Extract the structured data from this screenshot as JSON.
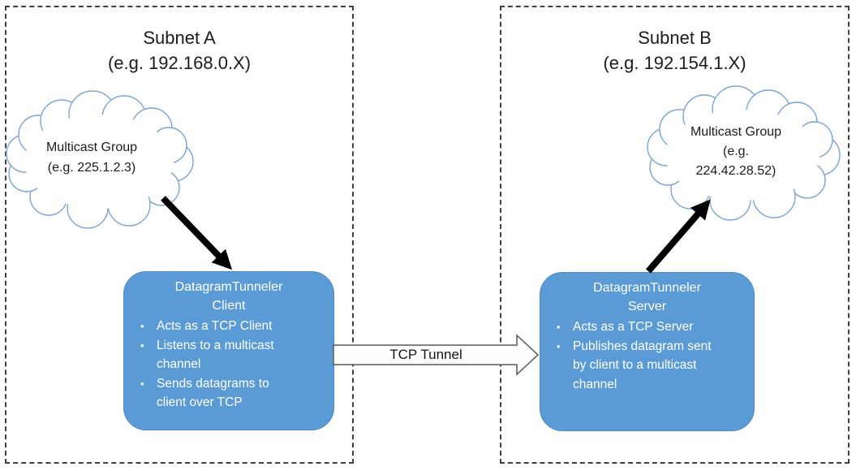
{
  "glyphs": {
    "bullet": "•"
  },
  "subnet_a": {
    "name_line1": "Subnet A",
    "name_line2": "(e.g. 192.168.0.X)",
    "cloud_label": "Multicast Group\n(e.g. 225.1.2.3)",
    "node_title_line1": "DatagramTunneler",
    "node_title_line2": "Client",
    "bullets": [
      "Acts as a TCP Client",
      "Listens to a multicast\nchannel",
      "Sends datagrams to\nclient over TCP"
    ]
  },
  "subnet_b": {
    "name_line1": "Subnet B",
    "name_line2": "(e.g. 192.154.1.X)",
    "cloud_label": "Multicast Group\n(e.g.\n224.42.28.52)",
    "node_title_line1": "DatagramTunneler",
    "node_title_line2": "Server",
    "bullets": [
      "Acts as a TCP Server",
      "Publishes datagram sent\nby client to a multicast\nchannel"
    ]
  },
  "tunnel": {
    "label": "TCP Tunnel"
  },
  "colors": {
    "node_fill": "#5B9BD5",
    "node_border": "#4E8AC9",
    "node_text": "#FFFFFF",
    "cloud_stroke": "#7CA4D4",
    "cloud_fill": "#FFFFFF",
    "dashed_border": "#404040",
    "black_arrow": "#000000",
    "tunnel_fill": "#FDFDFD",
    "tunnel_stroke": "#595959",
    "heading_text": "#1C1C1C"
  }
}
